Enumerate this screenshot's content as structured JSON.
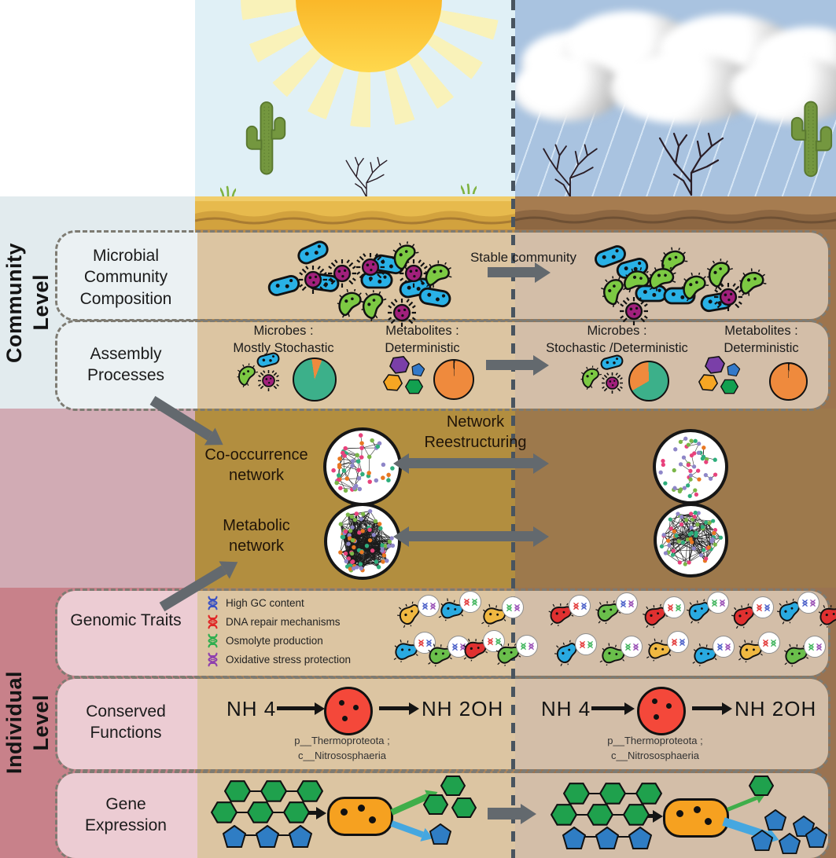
{
  "levels": {
    "community": {
      "line1": "Community",
      "line2": "Level"
    },
    "individual": {
      "line1": "Individual",
      "line2": "Level"
    }
  },
  "rows": {
    "composition": {
      "label": "Microbial Community Composition",
      "stable": "Stable community"
    },
    "assembly": {
      "label": "Assembly Processes",
      "left_microbes_1": "Microbes :",
      "left_microbes_2": "Mostly Stochastic",
      "left_metabolites_1": "Metabolites :",
      "left_metabolites_2": "Deterministic",
      "right_microbes_1": "Microbes :",
      "right_microbes_2": "Stochastic /Deterministic",
      "right_metabolites_1": "Metabolites :",
      "right_metabolites_2": "Deterministic"
    },
    "network": {
      "cooccurrence": "Co-occurrence network",
      "metabolic": "Metabolic network",
      "restructuring": "Network Reestructuring"
    },
    "genomic": {
      "label": "Genomic Traits",
      "legend": [
        {
          "label": "High GC content",
          "color": "#3b52c4"
        },
        {
          "label": "DNA repair mechanisms",
          "color": "#e02727"
        },
        {
          "label": "Osmolyte production",
          "color": "#2fae4e"
        },
        {
          "label": "Oxidative stress protection",
          "color": "#8f3fae"
        }
      ]
    },
    "conserved": {
      "label": "Conserved Functions",
      "substrate": "NH 4",
      "product": "NH 2OH",
      "taxa_1": "p__Thermoproteota ;",
      "taxa_2": "c__Nitrososphaeria"
    },
    "expression": {
      "label": "Gene Expression"
    }
  },
  "icons": {
    "sun": "gradient half-disc with conic rays",
    "cloud": "blurred gray puffs",
    "rain": "diagonal streaks",
    "cactus": "green svg shape",
    "dead-shrub": "black branch strokes",
    "grass-tuft": "green blades",
    "bacterium-capsule": "blue rounded rod",
    "bacterium-curved": "green curved rod",
    "microbe-spiky": "purple spiked sphere",
    "metabolite-hexagon": "colored hexagon",
    "metabolite-pentagon": "colored pentagon",
    "dna": "double-helix glyph",
    "plasmid-circle": "white circle with mini dna"
  },
  "colors": {
    "arrow_gray": "#63696e",
    "pie_teal": "#3cb08a",
    "pie_orange": "#ef8a3d",
    "microbe_blue": "#29b1e6",
    "microbe_green": "#7cc943",
    "microbe_purple": "#a1207c",
    "metabolite_purple": "#7a3fa8",
    "metabolite_blue": "#3379c9",
    "metabolite_orange": "#f6a623",
    "metabolite_green": "#12a050",
    "gene_hex_green": "#1fa14d",
    "gene_pent_blue": "#2f7dc4",
    "cell_orange": "#f6a120",
    "enzyme_red": "#f4483a",
    "network_nodes": [
      "#2eae7c",
      "#e8427c",
      "#8e86c8",
      "#e87722",
      "#7ab648"
    ]
  },
  "chart_data": [
    {
      "type": "pie",
      "title": "Microbes : Mostly Stochastic (arid, left)",
      "labels": [
        "Deterministic",
        "Stochastic"
      ],
      "values": [
        8,
        92
      ],
      "colors": [
        "#ef8a3d",
        "#3cb08a"
      ],
      "legend_position": "none"
    },
    {
      "type": "pie",
      "title": "Metabolites : Deterministic (arid, left)",
      "labels": [
        "Deterministic"
      ],
      "values": [
        100
      ],
      "colors": [
        "#ef8a3d"
      ],
      "legend_position": "none"
    },
    {
      "type": "pie",
      "title": "Microbes : Stochastic /Deterministic (rain, right)",
      "labels": [
        "Deterministic",
        "Stochastic"
      ],
      "values": [
        33,
        67
      ],
      "colors": [
        "#ef8a3d",
        "#3cb08a"
      ],
      "legend_position": "none"
    },
    {
      "type": "pie",
      "title": "Metabolites : Deterministic (rain, right)",
      "labels": [
        "Deterministic"
      ],
      "values": [
        100
      ],
      "colors": [
        "#ef8a3d"
      ],
      "legend_position": "none"
    }
  ]
}
